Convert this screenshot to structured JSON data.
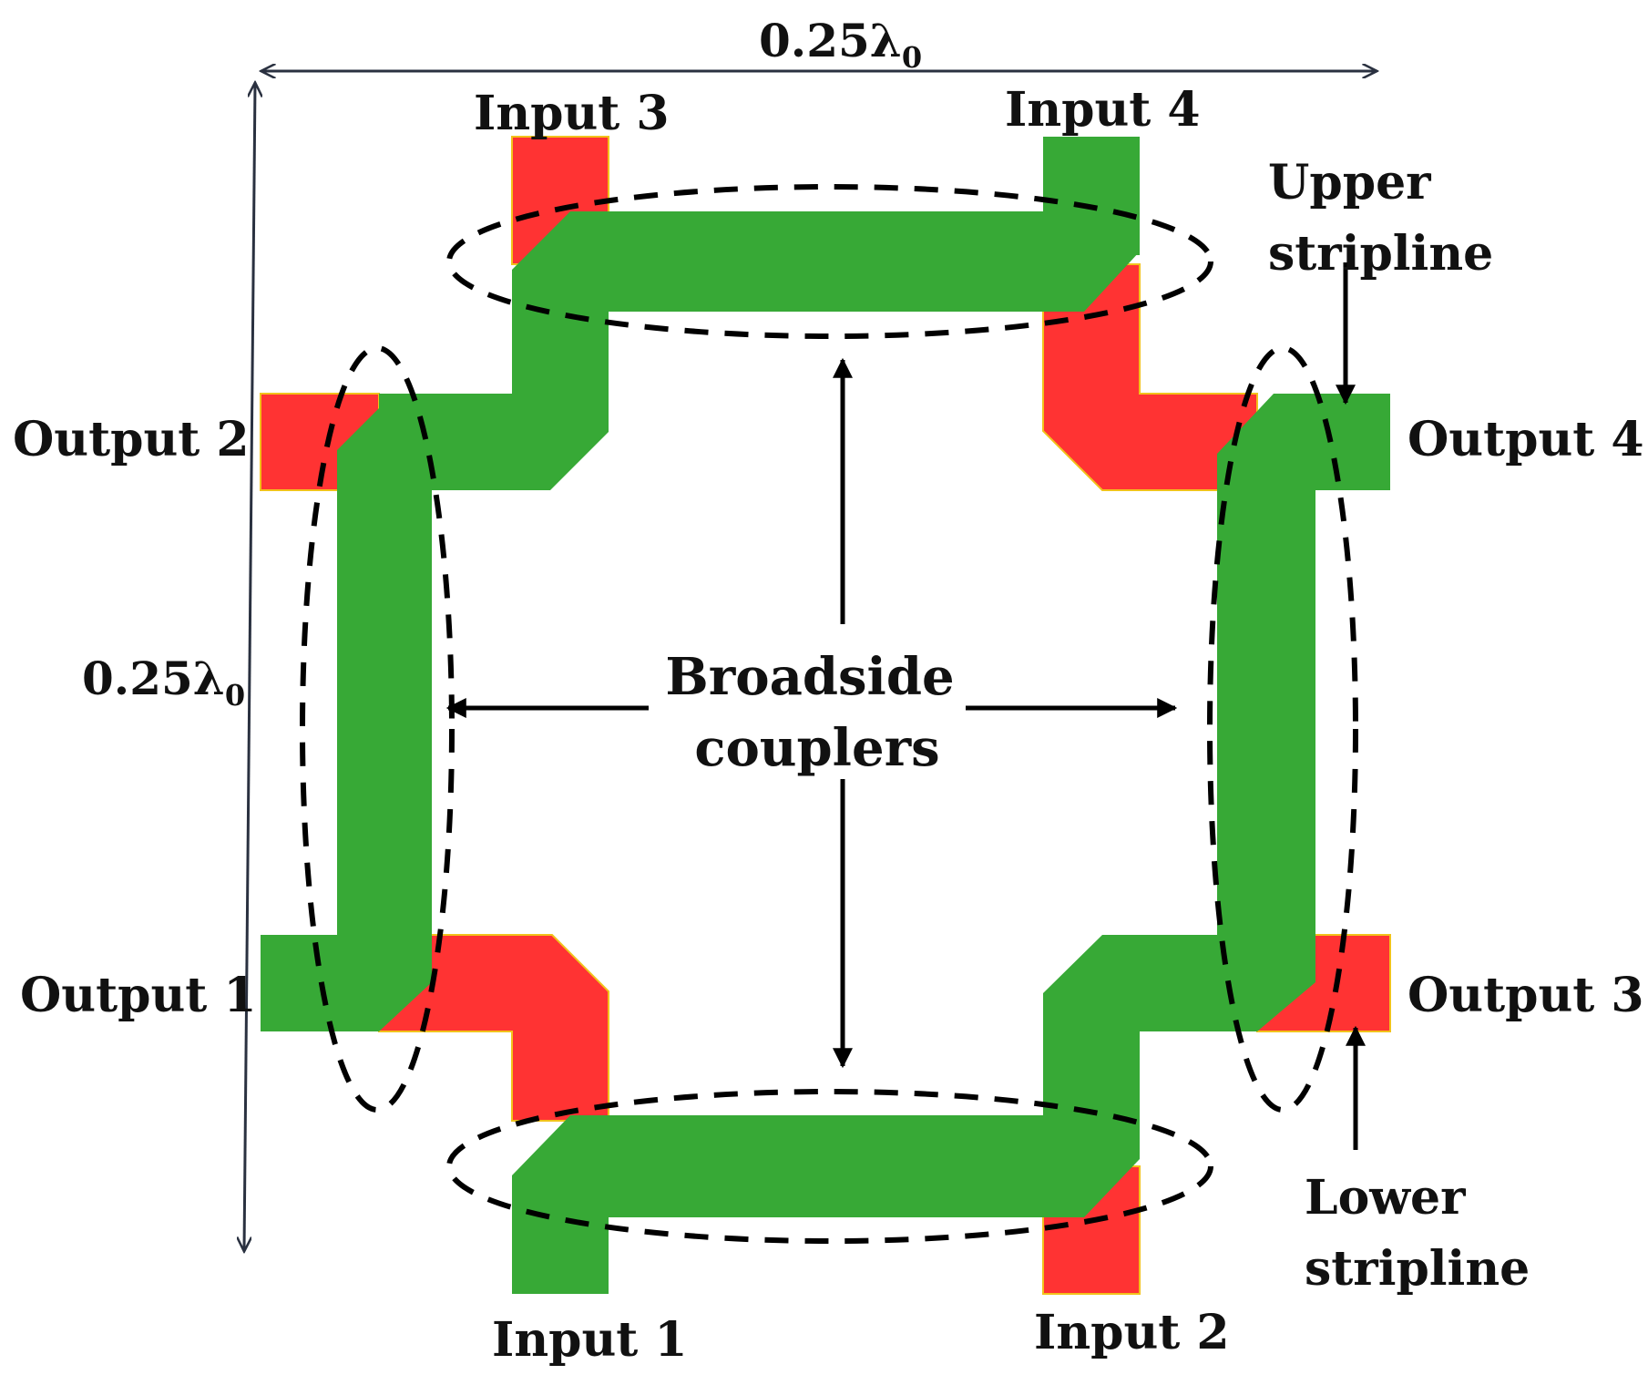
{
  "colors": {
    "upper_stripline": "#37a936",
    "lower_stripline": "#ff3333",
    "lower_edge": "#f2c21b",
    "annotation": "#000000",
    "dimension_line": "#2a3140"
  },
  "dimensions": {
    "horizontal": {
      "main": "0.25λ",
      "sub": "0"
    },
    "vertical": {
      "main": "0.25λ",
      "sub": "0"
    }
  },
  "ports": {
    "input_1": "Input 1",
    "input_2": "Input 2",
    "input_3": "Input 3",
    "input_4": "Input 4",
    "output_1": "Output 1",
    "output_2": "Output 2",
    "output_3": "Output 3",
    "output_4": "Output 4"
  },
  "labels": {
    "upper_stripline": [
      "Upper",
      "stripline"
    ],
    "lower_stripline": [
      "Lower",
      "stripline"
    ],
    "couplers": [
      "Broadside",
      "couplers"
    ]
  },
  "icons": {
    "arrow": "arrow-icon",
    "dimension_arrow": "double-arrow-icon"
  }
}
